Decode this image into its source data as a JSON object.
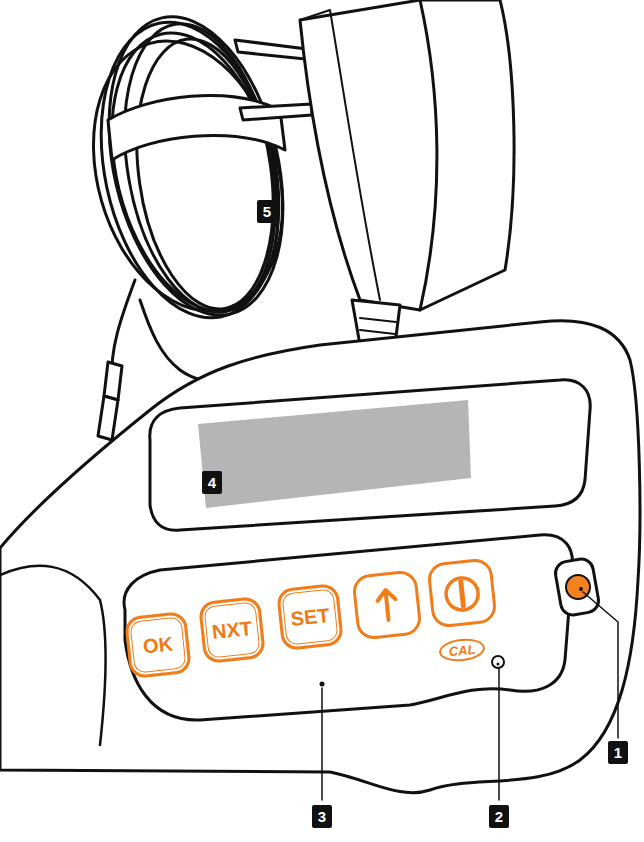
{
  "diagram": {
    "nodes": [
      {
        "text": [
          "OK"
        ]
      },
      {
        "text": [
          "NXT"
        ]
      },
      {
        "text": [
          "SET"
        ]
      },
      {
        "text": [
          "CAL"
        ]
      }
    ],
    "labels": [
      "5",
      "4",
      "1",
      "2",
      "3"
    ]
  }
}
